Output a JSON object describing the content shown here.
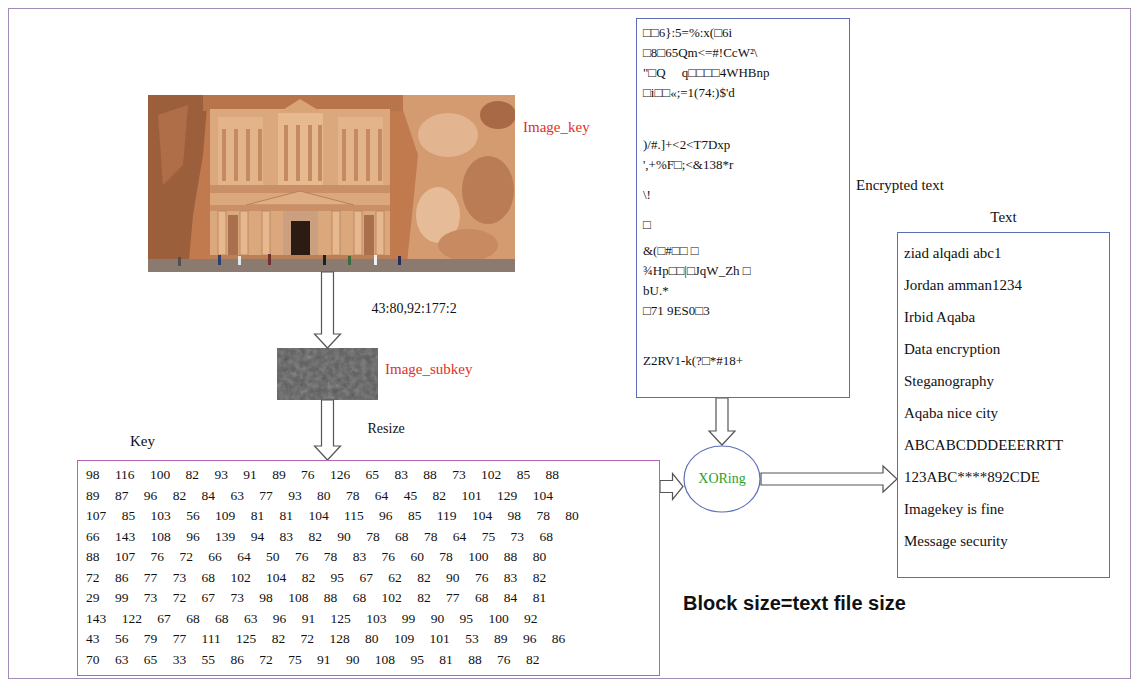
{
  "diagram": {
    "nodes": [
      {
        "text": [
          "Image_key"
        ]
      },
      {
        "text": [
          "Encrypted text",
          "□□6}:5=%:x(□6i",
          "□8□65Qm<=#!CcW²\\",
          "\"□Q     q□□□□4WHBnp",
          "□i□□«;=1(74:)$'d",
          ")/#.]+<2<T7Dxp",
          "',+%F□;<&138*r",
          "\\!",
          "□",
          "&(□#□□ □",
          "¾Hp□□|□JqW_Zh □",
          "bU.*",
          "□71 9ES0□3",
          "Z2RV1-k(?□*#18+"
        ]
      },
      {
        "text": [
          "Image_subkey"
        ]
      },
      {
        "text": [
          "Key",
          "98 116 100 82 93 91 89 76 126 65 83 88 73 102 85 88",
          "89 87 96 82 84 63 77 93 80 78 64 45 82 101 129 104",
          "107 85 103 56 109 81 81 104 115 96 85 119 104 98 78 80",
          "66 143 108 96 139 94 83 82 90 78 68 78 64 75 73 68",
          "88 107 76 72 66 64 50 76 78 83 76 60 78 100 88 80",
          "72 86 77 73 68 102 104 82 95 67 62 82 90 76 83 82",
          "29 99 73 72 67 73 98 108 88 68 102 82 77 68 84 81",
          "143 122 67 68 68 63 96 91 125 103 99 90 95 100 92",
          "43 56 79 77 111 125 82 72 128 80 109 101 53 89 96 86",
          "70 63 65 33 55 86 72 75 91 90 108 95 81 88 76 82"
        ]
      },
      {
        "text": [
          "XORing"
        ]
      },
      {
        "text": [
          "Text",
          "ziad alqadi abc1",
          "Jordan amman1234",
          "Irbid Aqaba",
          "Data encryption",
          "Steganography",
          "Aqaba nice city",
          "ABCABCDDDEEERRTT",
          "123ABC****892CDE",
          "Imagekey is fine",
          "Message security"
        ]
      }
    ],
    "edges": [
      {
        "from": 0,
        "to": 2,
        "arrow": "to",
        "label": "43:80,92:177:2"
      },
      {
        "from": 2,
        "to": 3,
        "arrow": "to",
        "label": "Resize"
      },
      {
        "from": 3,
        "to": 4,
        "arrow": "to"
      },
      {
        "from": 1,
        "to": 4,
        "arrow": "to"
      },
      {
        "from": 4,
        "to": 5,
        "arrow": "to"
      }
    ],
    "labels": [
      "Block size=text file size"
    ]
  }
}
